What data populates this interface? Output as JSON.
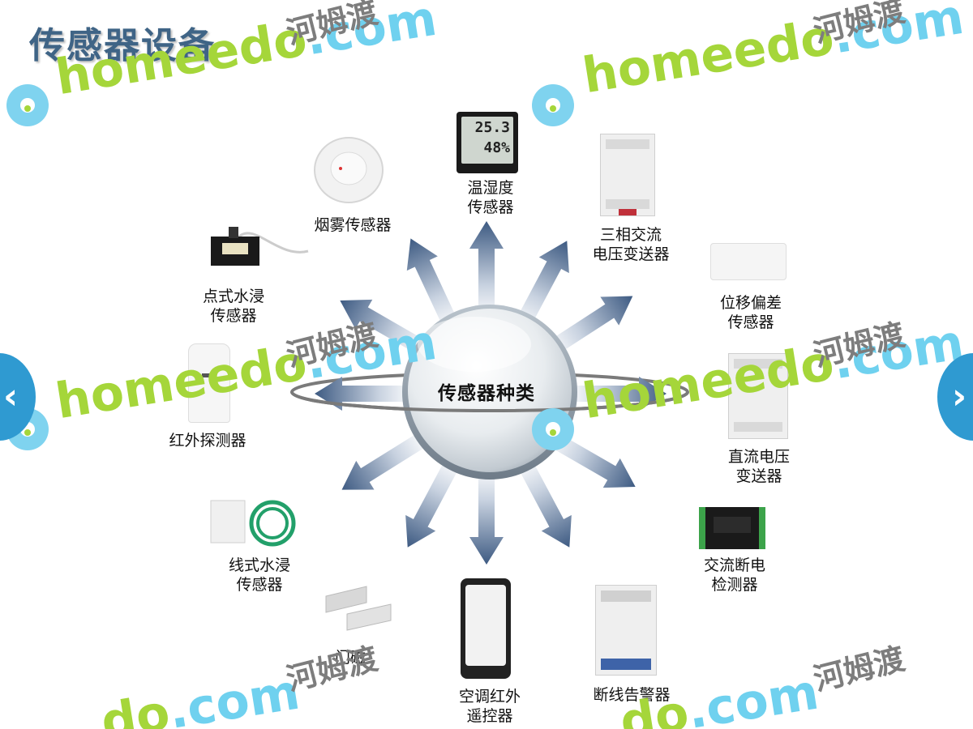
{
  "title": "传感器设备",
  "center_label": "传感器种类",
  "watermark": {
    "brand_green": "home",
    "brand_d": "do",
    "brand_blue": ".com",
    "cn": "河姆渡"
  },
  "display": {
    "temp": "25.3",
    "humidity": "48%"
  },
  "sensors": {
    "thermo": "温湿度\n传感器",
    "smoke": "烟雾传感器",
    "three_phase": "三相交流\n电压变送器",
    "point_water": "点式水浸\n传感器",
    "displacement": "位移偏差\n传感器",
    "infrared": "红外探测器",
    "dc_voltage": "直流电压\n变送器",
    "line_water": "线式水浸\n传感器",
    "ac_outage": "交流断电\n检测器",
    "door": "门磁",
    "ac_remote": "空调红外\n遥控器",
    "line_break": "断线告警器"
  },
  "colors": {
    "title": "#3f6486",
    "arrow": "#4a6488",
    "nav": "#2f9ad1",
    "wm_green": "#a5d63a",
    "wm_blue": "#6fd1ef"
  }
}
